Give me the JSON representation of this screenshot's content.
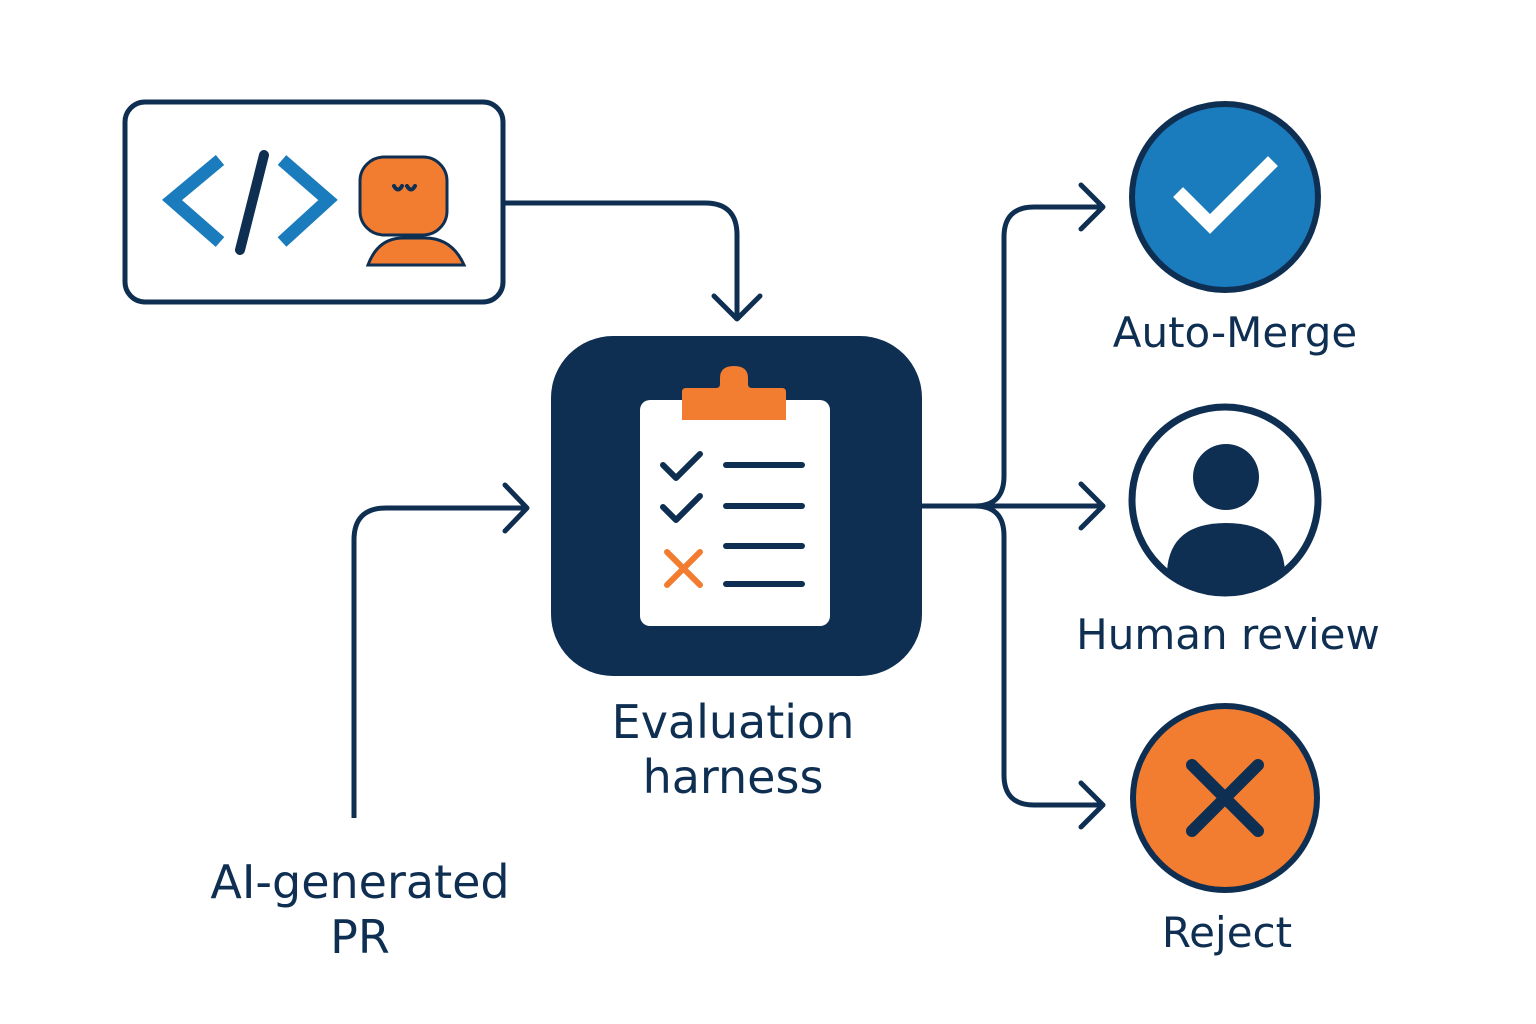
{
  "labels": {
    "pr_line1": "AI-generated",
    "pr_line2": "PR",
    "harness_line1": "Evaluation",
    "harness_line2": "harness",
    "auto_merge": "Auto-Merge",
    "human_review": "Human review",
    "reject": "Reject"
  },
  "icons": {
    "source": [
      "code-icon",
      "robot-icon"
    ],
    "harness": "clipboard-checklist-icon",
    "auto_merge": "check-circle-icon",
    "human_review": "user-circle-icon",
    "reject": "x-circle-icon"
  },
  "colors": {
    "navy": "#0f2f52",
    "blue": "#1a7bbd",
    "orange": "#f27d31",
    "white": "#ffffff"
  }
}
